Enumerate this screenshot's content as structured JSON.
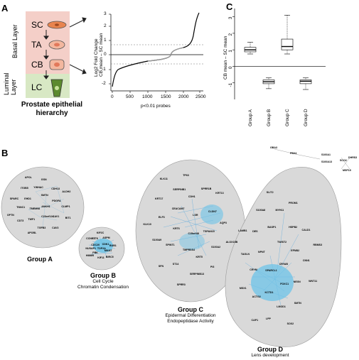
{
  "panels": {
    "a": "A",
    "b": "B",
    "c": "C"
  },
  "hierarchy": {
    "cells": [
      "SC",
      "TA",
      "CB",
      "LC"
    ],
    "layers": {
      "basal": "Basal Layer",
      "luminal": "Luminal Layer"
    },
    "title_line1": "Prostate epithelial",
    "title_line2": "hierarchy",
    "colors": {
      "basal_bg": "#f4cfc8",
      "luminal_bg": "#d8e8c4",
      "cell_fill": "#e8844f",
      "lc_fill": "#5c8a2e"
    }
  },
  "fold_plot": {
    "ylabel_line1": "Log2 Fold Change",
    "ylabel_line2": "CB mean – SC mean",
    "xlabel": "p<0.01 probes",
    "yticks": [
      "-2",
      "-1",
      "0",
      "1",
      "2",
      "3"
    ],
    "xticks": [
      "0",
      "500",
      "1000",
      "1500",
      "2000",
      "2500"
    ]
  },
  "chart_data": {
    "type": "box",
    "title": "",
    "ylabel": "CB mean – SC mean",
    "ylim": [
      -2,
      3.5
    ],
    "yticks": [
      -1,
      0,
      1,
      2,
      3
    ],
    "categories": [
      "Group A",
      "Group B",
      "Group C",
      "Group D"
    ],
    "boxes": [
      {
        "min": 0.75,
        "q1": 0.88,
        "median": 1.0,
        "q3": 1.15,
        "max": 1.45
      },
      {
        "min": -1.35,
        "q1": -1.05,
        "median": -0.93,
        "q3": -0.82,
        "max": -0.7
      },
      {
        "min": 0.75,
        "q1": 1.0,
        "median": 1.2,
        "q3": 1.65,
        "max": 3.1
      },
      {
        "min": -1.4,
        "q1": -1.05,
        "median": -0.9,
        "q3": -0.82,
        "max": -0.7
      }
    ],
    "grid": false
  },
  "network": {
    "groups": [
      {
        "title": "Group A",
        "sub1": "",
        "sub2": ""
      },
      {
        "title": "Group B",
        "sub1": "Cell Cycle",
        "sub2": "Chromatin Condensation"
      },
      {
        "title": "Group C",
        "sub1": "Epidermal Differentiation",
        "sub2": "Endopeptidase Activity"
      },
      {
        "title": "Group D",
        "sub1": "Lens development",
        "sub2": ""
      }
    ],
    "genes_a": [
      "ANKH1",
      "TMEM98",
      "SMTN",
      "C20orf124",
      "EHD1",
      "PDGFA",
      "TWF1",
      "YWHAC",
      "CAV1",
      "TNNC1",
      "CDH13",
      "TGFB3",
      "ITGB5",
      "CLMP1",
      "CD73",
      "GSN",
      "CAV3",
      "SPARC",
      "ALDH2",
      "APOBL",
      "APOL",
      "BIT1",
      "OPTN"
    ],
    "genes_c": [
      "C15orf48",
      "KRT6",
      "LSR",
      "TMPRSS4",
      "CEACAM7",
      "TSPAN15",
      "SPINT1",
      "CDH1",
      "KRT5",
      "ELF3",
      "CLDN7",
      "ST14",
      "SERPINB1",
      "S100A2",
      "S100A9",
      "SPRR1B",
      "SERPINB13",
      "KRT17",
      "AQP3",
      "SFN",
      "TP63",
      "PI3",
      "KLK10",
      "KRT13",
      "SPRR3",
      "KLK11",
      "ALOX15B"
    ],
    "genes_d": [
      "CRYAB",
      "SPARCL1",
      "TWIST2",
      "FOXC1",
      "NPNT",
      "EFNB2",
      "KCTD1",
      "BASP1",
      "NEXN",
      "CRYM",
      "HSPB2",
      "LMOD1",
      "DES",
      "CNN1",
      "ACTG2",
      "MYH11",
      "SMTN",
      "TAGLN",
      "CALD1",
      "LPP",
      "S100A8",
      "WNT11",
      "MSX1",
      "PROM1",
      "SOX2",
      "LAMB1",
      "RBMS3",
      "CAP1",
      "SLIT2"
    ],
    "genes_b": [
      "TOP2A",
      "CDC20",
      "CDK1",
      "PBK",
      "TTK",
      "MKI67",
      "NUSAP1",
      "ASPM",
      "KIF11",
      "CCNB1",
      "BUB1",
      "HMMR",
      "KIF2C",
      "BIRC5"
    ],
    "genes_top": [
      "GBA3",
      "PBX4",
      "S100A1",
      "S100A13",
      "SCO2",
      "DHRS3",
      "MSP19"
    ],
    "colors": {
      "node": "#6cc3e8",
      "blob": "#d9d9d9",
      "blob_stroke": "#9a9a9a"
    }
  }
}
